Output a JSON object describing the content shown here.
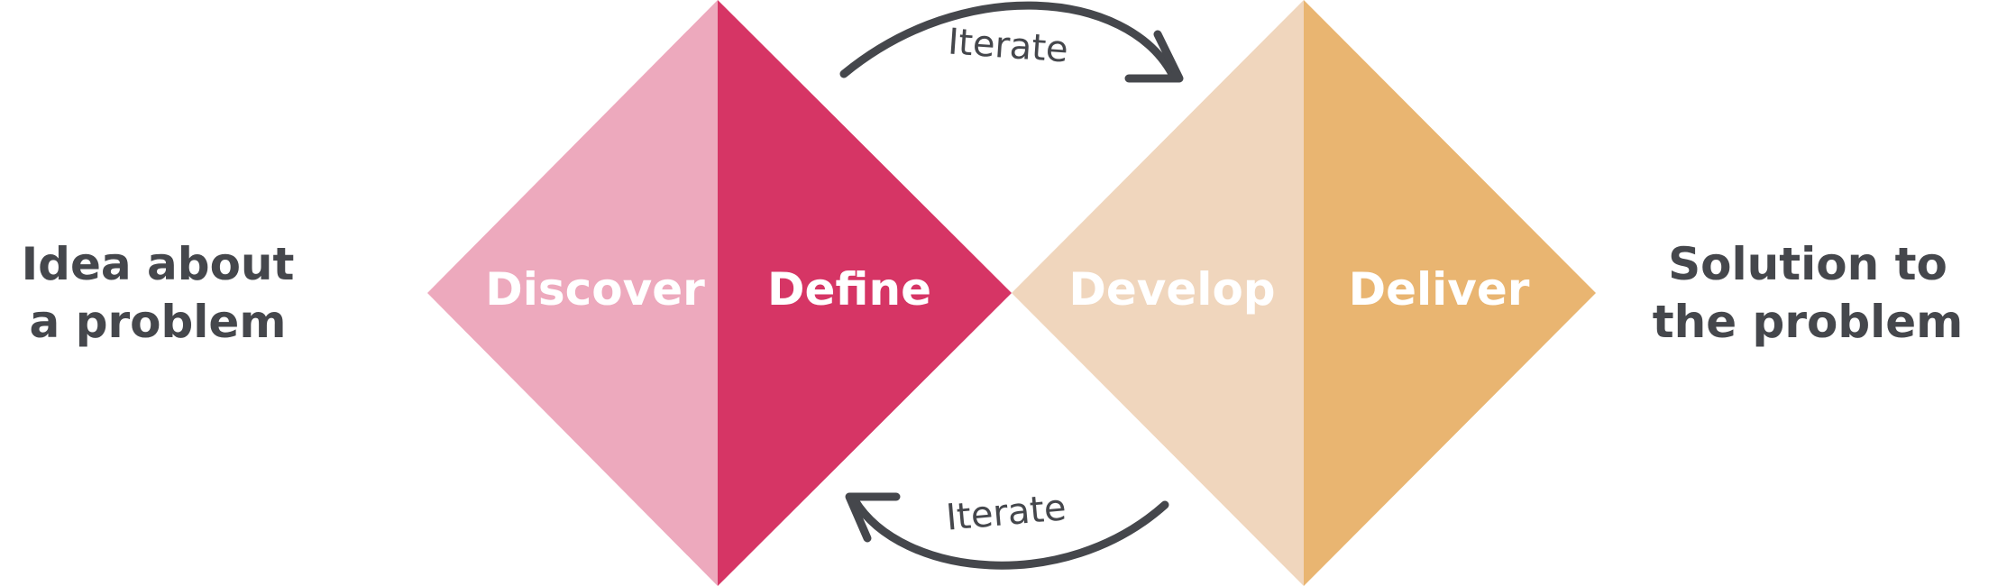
{
  "start": {
    "line1": "Idea about",
    "line2": "a problem"
  },
  "end": {
    "line1": "Solution to",
    "line2": "the problem"
  },
  "stages": {
    "discover": {
      "label": "Discover",
      "color": "#eda9bd"
    },
    "define": {
      "label": "Define",
      "color": "#d63565"
    },
    "develop": {
      "label": "Develop",
      "color": "#f0d6bd"
    },
    "deliver": {
      "label": "Deliver",
      "color": "#e9b571"
    }
  },
  "iterate": {
    "top_label": "Iterate",
    "bottom_label": "Iterate",
    "arrow_color": "#45474c"
  },
  "text_color": "#45474c"
}
